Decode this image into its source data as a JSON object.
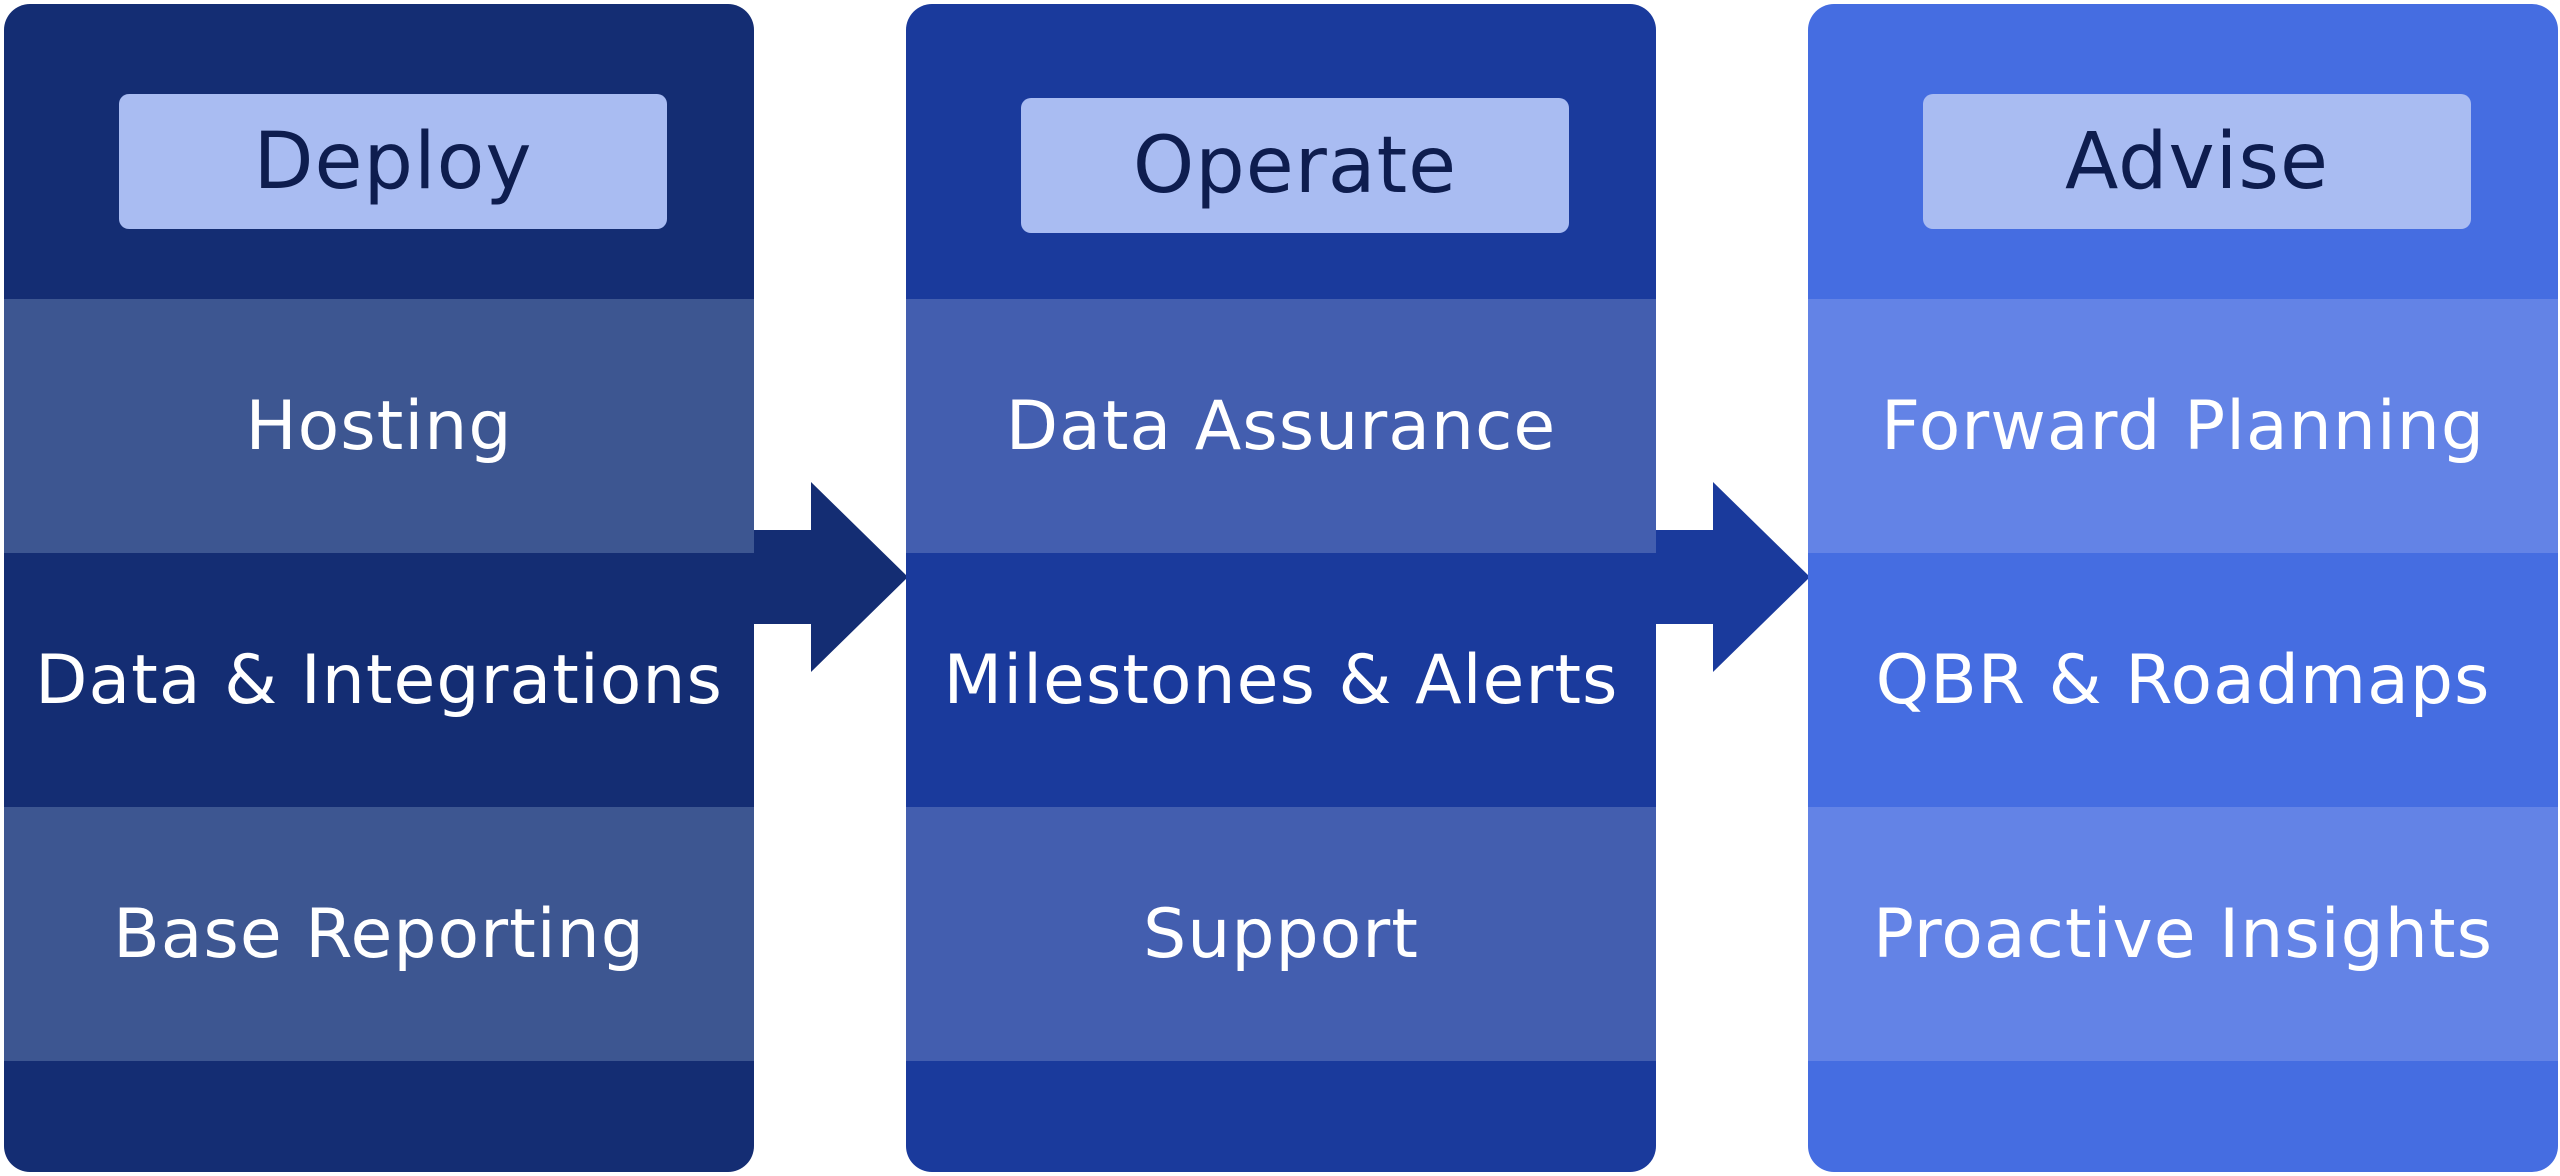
{
  "colors": {
    "deploy": {
      "base": "#142d73",
      "light": "#3d5691"
    },
    "operate": {
      "base": "#1a3a9c",
      "light": "#435eaf"
    },
    "advise": {
      "base": "#456de1",
      "light": "#6383e6"
    },
    "badge": "#a9bcf2",
    "badge_text": "#0e1d4f",
    "arrow": "#142d73"
  },
  "columns": [
    {
      "title": "Deploy",
      "items": [
        "Hosting",
        "Data & Integrations",
        "Base Reporting"
      ]
    },
    {
      "title": "Operate",
      "items": [
        "Data Assurance",
        "Milestones & Alerts",
        "Support"
      ]
    },
    {
      "title": "Advise",
      "items": [
        "Forward Planning",
        "QBR & Roadmaps",
        "Proactive Insights"
      ]
    }
  ]
}
